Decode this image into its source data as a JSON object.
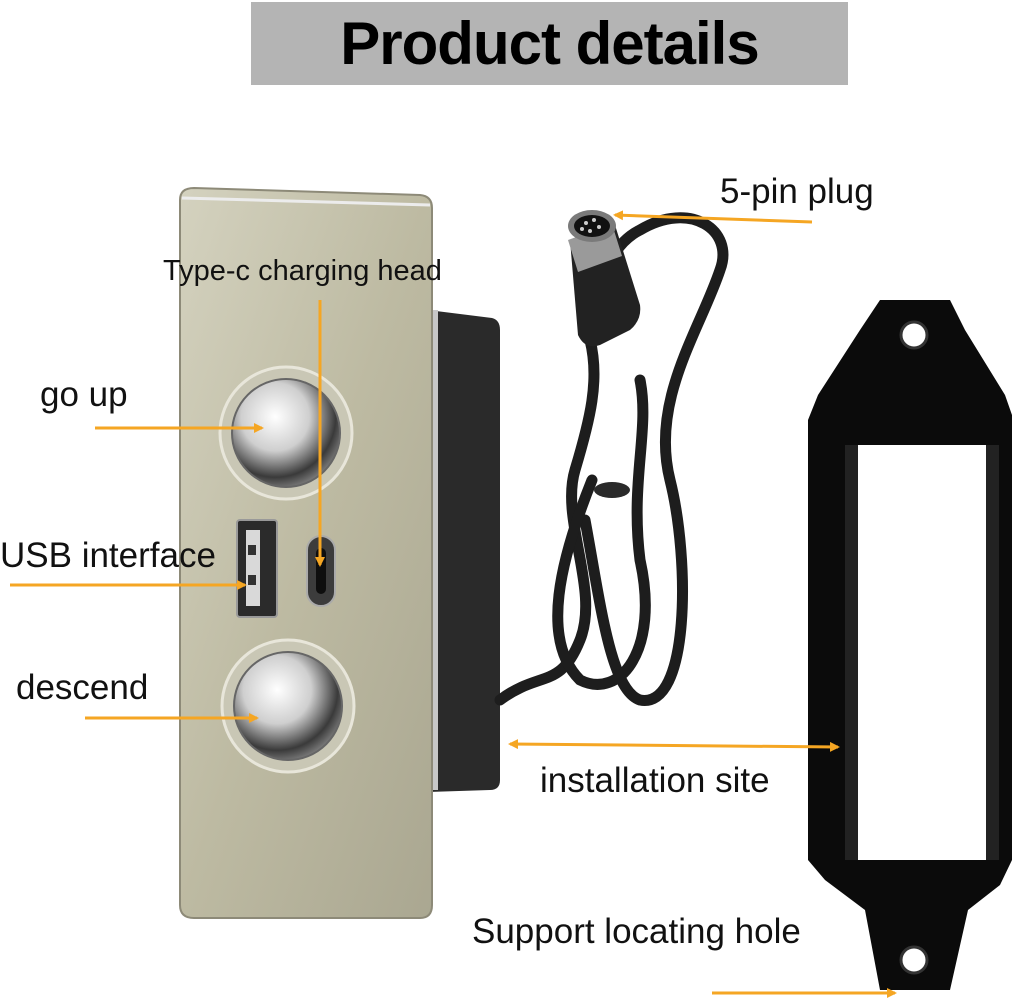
{
  "header": {
    "title": "Product details"
  },
  "labels": {
    "type_c": "Type-c charging head",
    "go_up": "go up",
    "usb": "USB interface",
    "descend": "descend",
    "pin_plug": "5-pin plug",
    "install_site": "installation site",
    "support_hole": "Support locating hole"
  },
  "colors": {
    "banner": "#b4b4b4",
    "arrow": "#f5a623",
    "panel": "#c6c3ad",
    "bracket": "#0b0b0b",
    "cable": "#1a1a1a"
  }
}
